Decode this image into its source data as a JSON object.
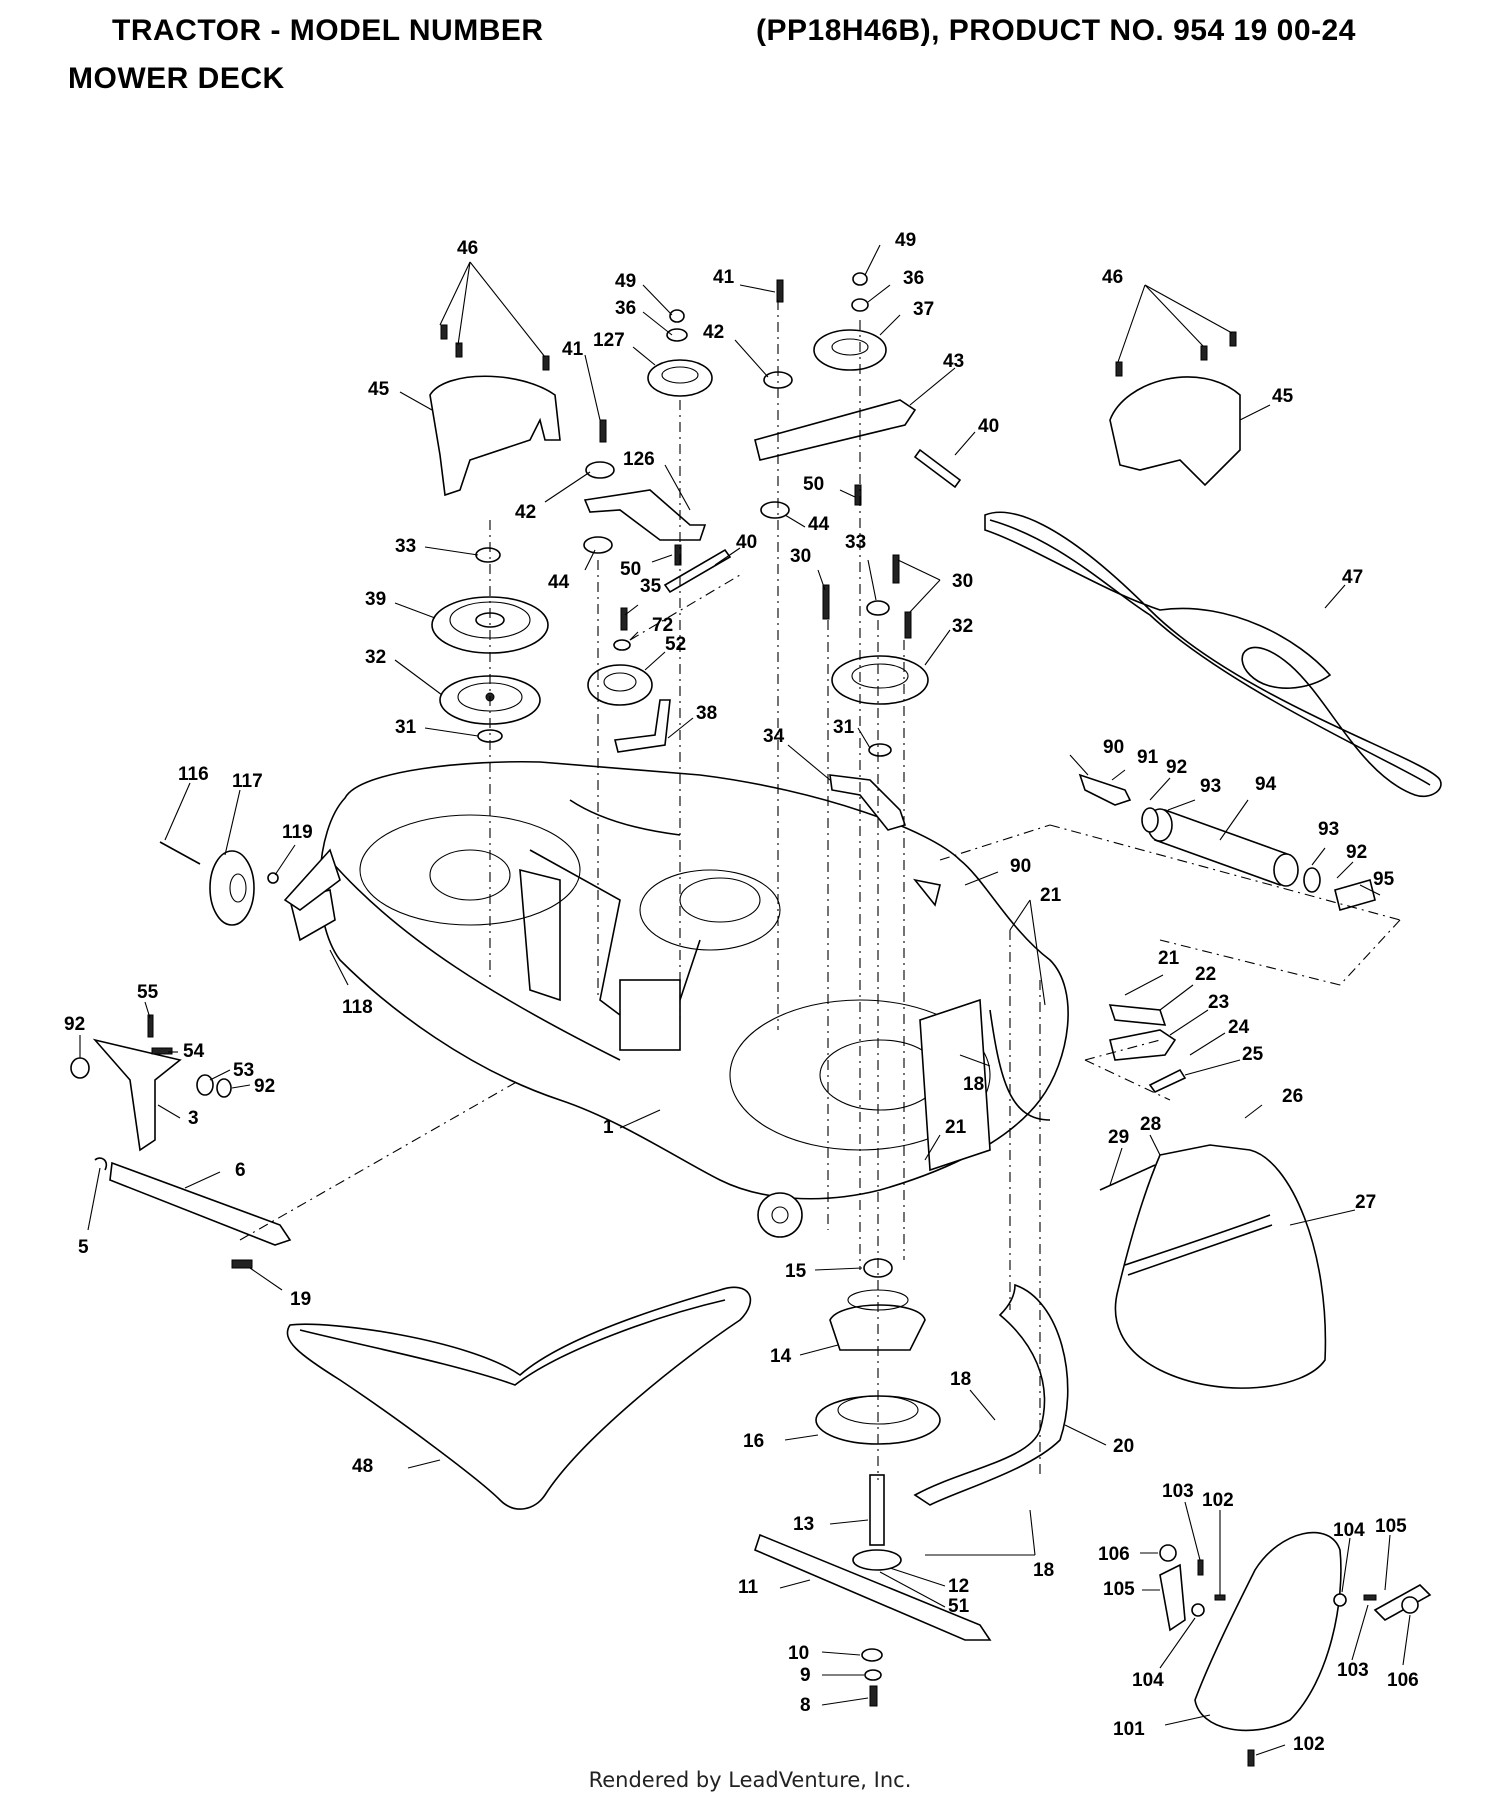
{
  "header": {
    "title_left": "TRACTOR - MODEL NUMBER",
    "title_right": "(PP18H46B), PRODUCT NO. 954 19 00-24",
    "subtitle": "MOWER DECK"
  },
  "footer": {
    "text": "Rendered by LeadVenture, Inc."
  },
  "labels": {
    "l46a": "46",
    "l45a": "45",
    "l33a": "33",
    "l39": "39",
    "l32a": "32",
    "l31a": "31",
    "l49a": "49",
    "l36a": "36",
    "l127": "127",
    "l41a": "41",
    "l42a": "42",
    "l126": "126",
    "l44a": "44",
    "l50a": "50",
    "l40a": "40",
    "l35": "35",
    "l72": "72",
    "l52": "52",
    "l38": "38",
    "l41b": "41",
    "l42b": "42",
    "l49b": "49",
    "l36b": "36",
    "l37": "37",
    "l43": "43",
    "l40b": "40",
    "l50b": "50",
    "l44b": "44",
    "l30a": "30",
    "l33b": "33",
    "l30b": "30",
    "l32b": "32",
    "l31b": "31",
    "l34": "34",
    "l46b": "46",
    "l45b": "45",
    "l47": "47",
    "l90a": "90",
    "l91": "91",
    "l92a": "92",
    "l93a": "93",
    "l94": "94",
    "l93b": "93",
    "l92b": "92",
    "l95": "95",
    "l90b": "90",
    "l21a": "21",
    "l21b": "21",
    "l22": "22",
    "l23": "23",
    "l24": "24",
    "l25": "25",
    "l26": "26",
    "l28": "28",
    "l29": "29",
    "l27": "27",
    "l116": "116",
    "l117": "117",
    "l119": "119",
    "l118": "118",
    "l55": "55",
    "l92c": "92",
    "l54": "54",
    "l53": "53",
    "l92d": "92",
    "l3": "3",
    "l6": "6",
    "l5": "5",
    "l19": "19",
    "l1": "1",
    "l18a": "18",
    "l21c": "21",
    "l15": "15",
    "l14": "14",
    "l16": "16",
    "l18b": "18",
    "l20": "20",
    "l48": "48",
    "l13": "13",
    "l18c": "18",
    "l12": "12",
    "l11": "11",
    "l51": "51",
    "l10": "10",
    "l9": "9",
    "l8": "8",
    "l103a": "103",
    "l102a": "102",
    "l106a": "106",
    "l105a": "105",
    "l104a": "104",
    "l105b": "105",
    "l104b": "104",
    "l103b": "103",
    "l106b": "106",
    "l101": "101",
    "l102b": "102"
  }
}
